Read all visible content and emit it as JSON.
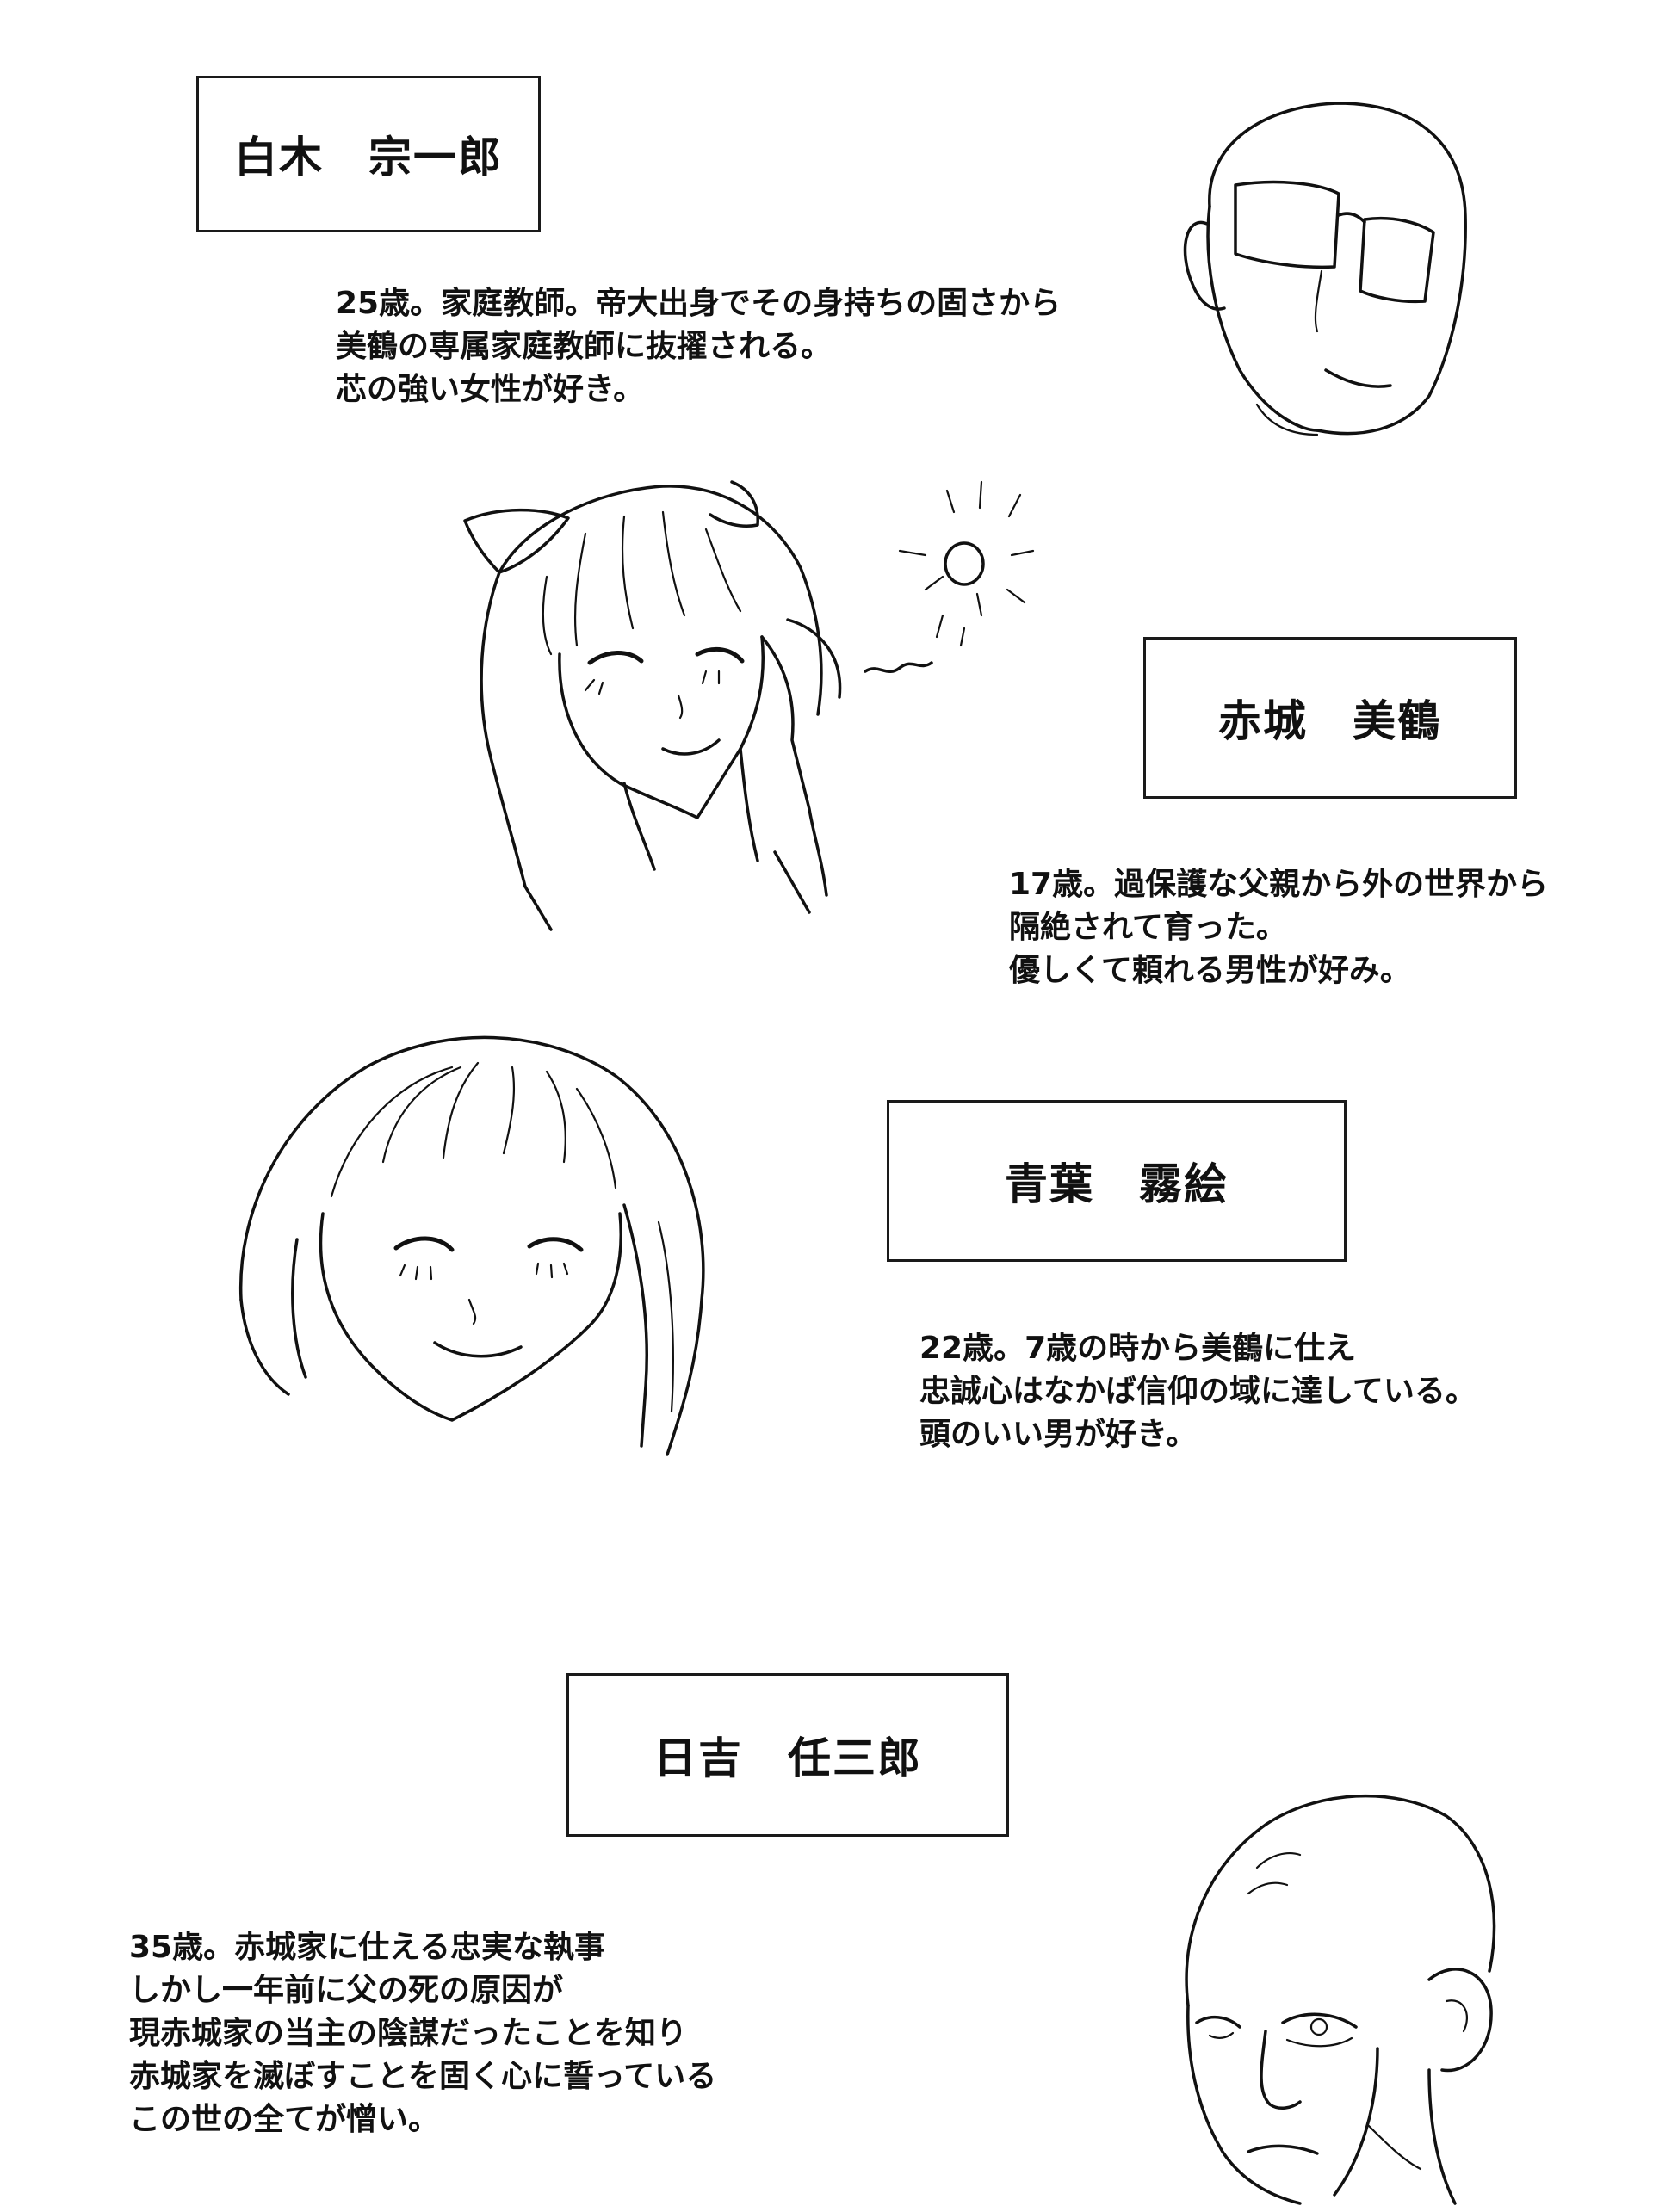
{
  "characters": [
    {
      "name": "白木　宗一郎",
      "profile": [
        "25歳。家庭教師。帝大出身でその身持ちの固さから",
        "美鶴の専属家庭教師に抜擢される。",
        "芯の強い女性が好き。"
      ],
      "portrait_icon": "bald-man-glasses-portrait-icon"
    },
    {
      "name": "赤城　美鶴",
      "profile": [
        "17歳。過保護な父親から外の世界から",
        "隔絶されて育った。",
        "優しくて頼れる男性が好み。"
      ],
      "portrait_icon": "ponytail-girl-portrait-icon"
    },
    {
      "name": "青葉　霧絵",
      "profile": [
        "22歳。7歳の時から美鶴に仕え",
        "忠誠心はなかば信仰の域に達している。",
        "頭のいい男が好き。"
      ],
      "portrait_icon": "bob-hair-woman-portrait-icon"
    },
    {
      "name": "日吉　任三郎",
      "profile": [
        "35歳。赤城家に仕える忠実な執事",
        "しかし一年前に父の死の原因が",
        "現赤城家の当主の陰謀だったことを知り",
        "赤城家を滅ぼすことを固く心に誓っている",
        "この世の全てが憎い。"
      ],
      "portrait_icon": "bald-man-glaring-portrait-icon"
    }
  ]
}
